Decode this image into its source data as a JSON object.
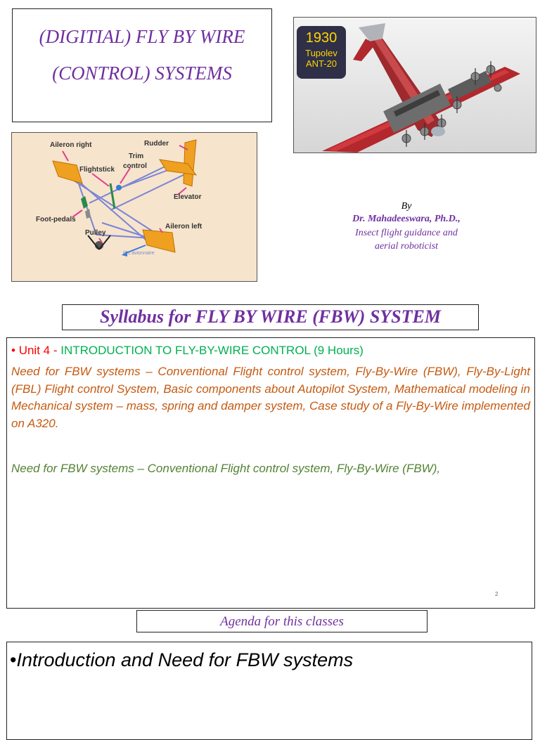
{
  "title_box": {
    "line1": "(DIGITIAL) FLY BY WIRE",
    "line2": "(CONTROL) SYSTEMS"
  },
  "plane_photo": {
    "year": "1930",
    "name_line1": "Tupolev",
    "name_line2": "ANT-20"
  },
  "diagram": {
    "labels": {
      "aileron_right": "Aileron right",
      "rudder": "Rudder",
      "trim": "Trim",
      "control": "control",
      "flightstick": "Flightstick",
      "elevator": "Elevator",
      "foot_pedals": "Foot-pedals",
      "pulley": "Pulley",
      "aileron_left": "Aileron left",
      "credit": "© L'avionnaire"
    }
  },
  "author": {
    "by": "By",
    "name": "Dr. Mahadeeswara, Ph.D.,",
    "line1": "Insect flight guidance and",
    "line2": "aerial roboticist"
  },
  "syllabus": {
    "heading": "Syllabus for FLY BY WIRE (FBW) SYSTEM",
    "bullet": "•",
    "unit_prefix": "Unit 4 -",
    "unit_title": "INTRODUCTION TO FLY-BY-WIRE CONTROL (9 Hours)",
    "paragraph": "Need for FBW systems – Conventional Flight control system, Fly-By-Wire (FBW), Fly-By-Light (FBL) Flight control System, Basic components about Autopilot System, Mathematical modeling in Mechanical system – mass, spring and damper system, Case study of a Fly-By-Wire implemented on A320.",
    "repeat": "Need for FBW systems – Conventional Flight control system, Fly-By-Wire (FBW),",
    "page_number": "2"
  },
  "agenda": {
    "heading": "Agenda for this classes",
    "bullet": "•",
    "item1": "Introduction and Need for FBW systems"
  },
  "colors": {
    "purple": "#7030a0",
    "orange": "#c55a11",
    "green": "#00b050",
    "olive": "#548235",
    "red": "#ff0000"
  }
}
